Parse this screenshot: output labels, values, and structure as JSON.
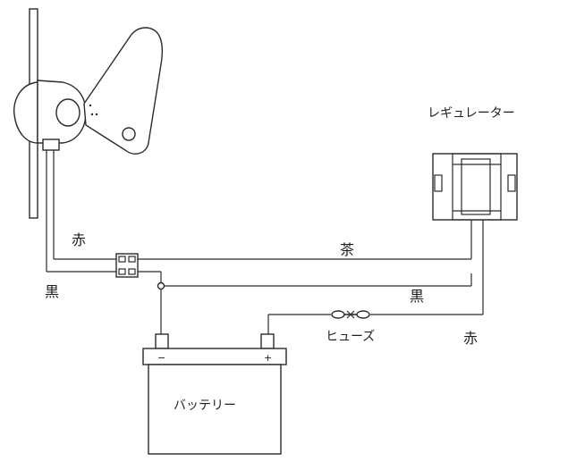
{
  "labels": {
    "regulator": "レギュレーター",
    "red_generator": "赤",
    "brown": "茶",
    "black_left": "黒",
    "black_right": "黒",
    "fuse": "ヒューズ",
    "red_regulator": "赤",
    "battery": "バッテリー",
    "minus": "−",
    "plus": "+"
  }
}
